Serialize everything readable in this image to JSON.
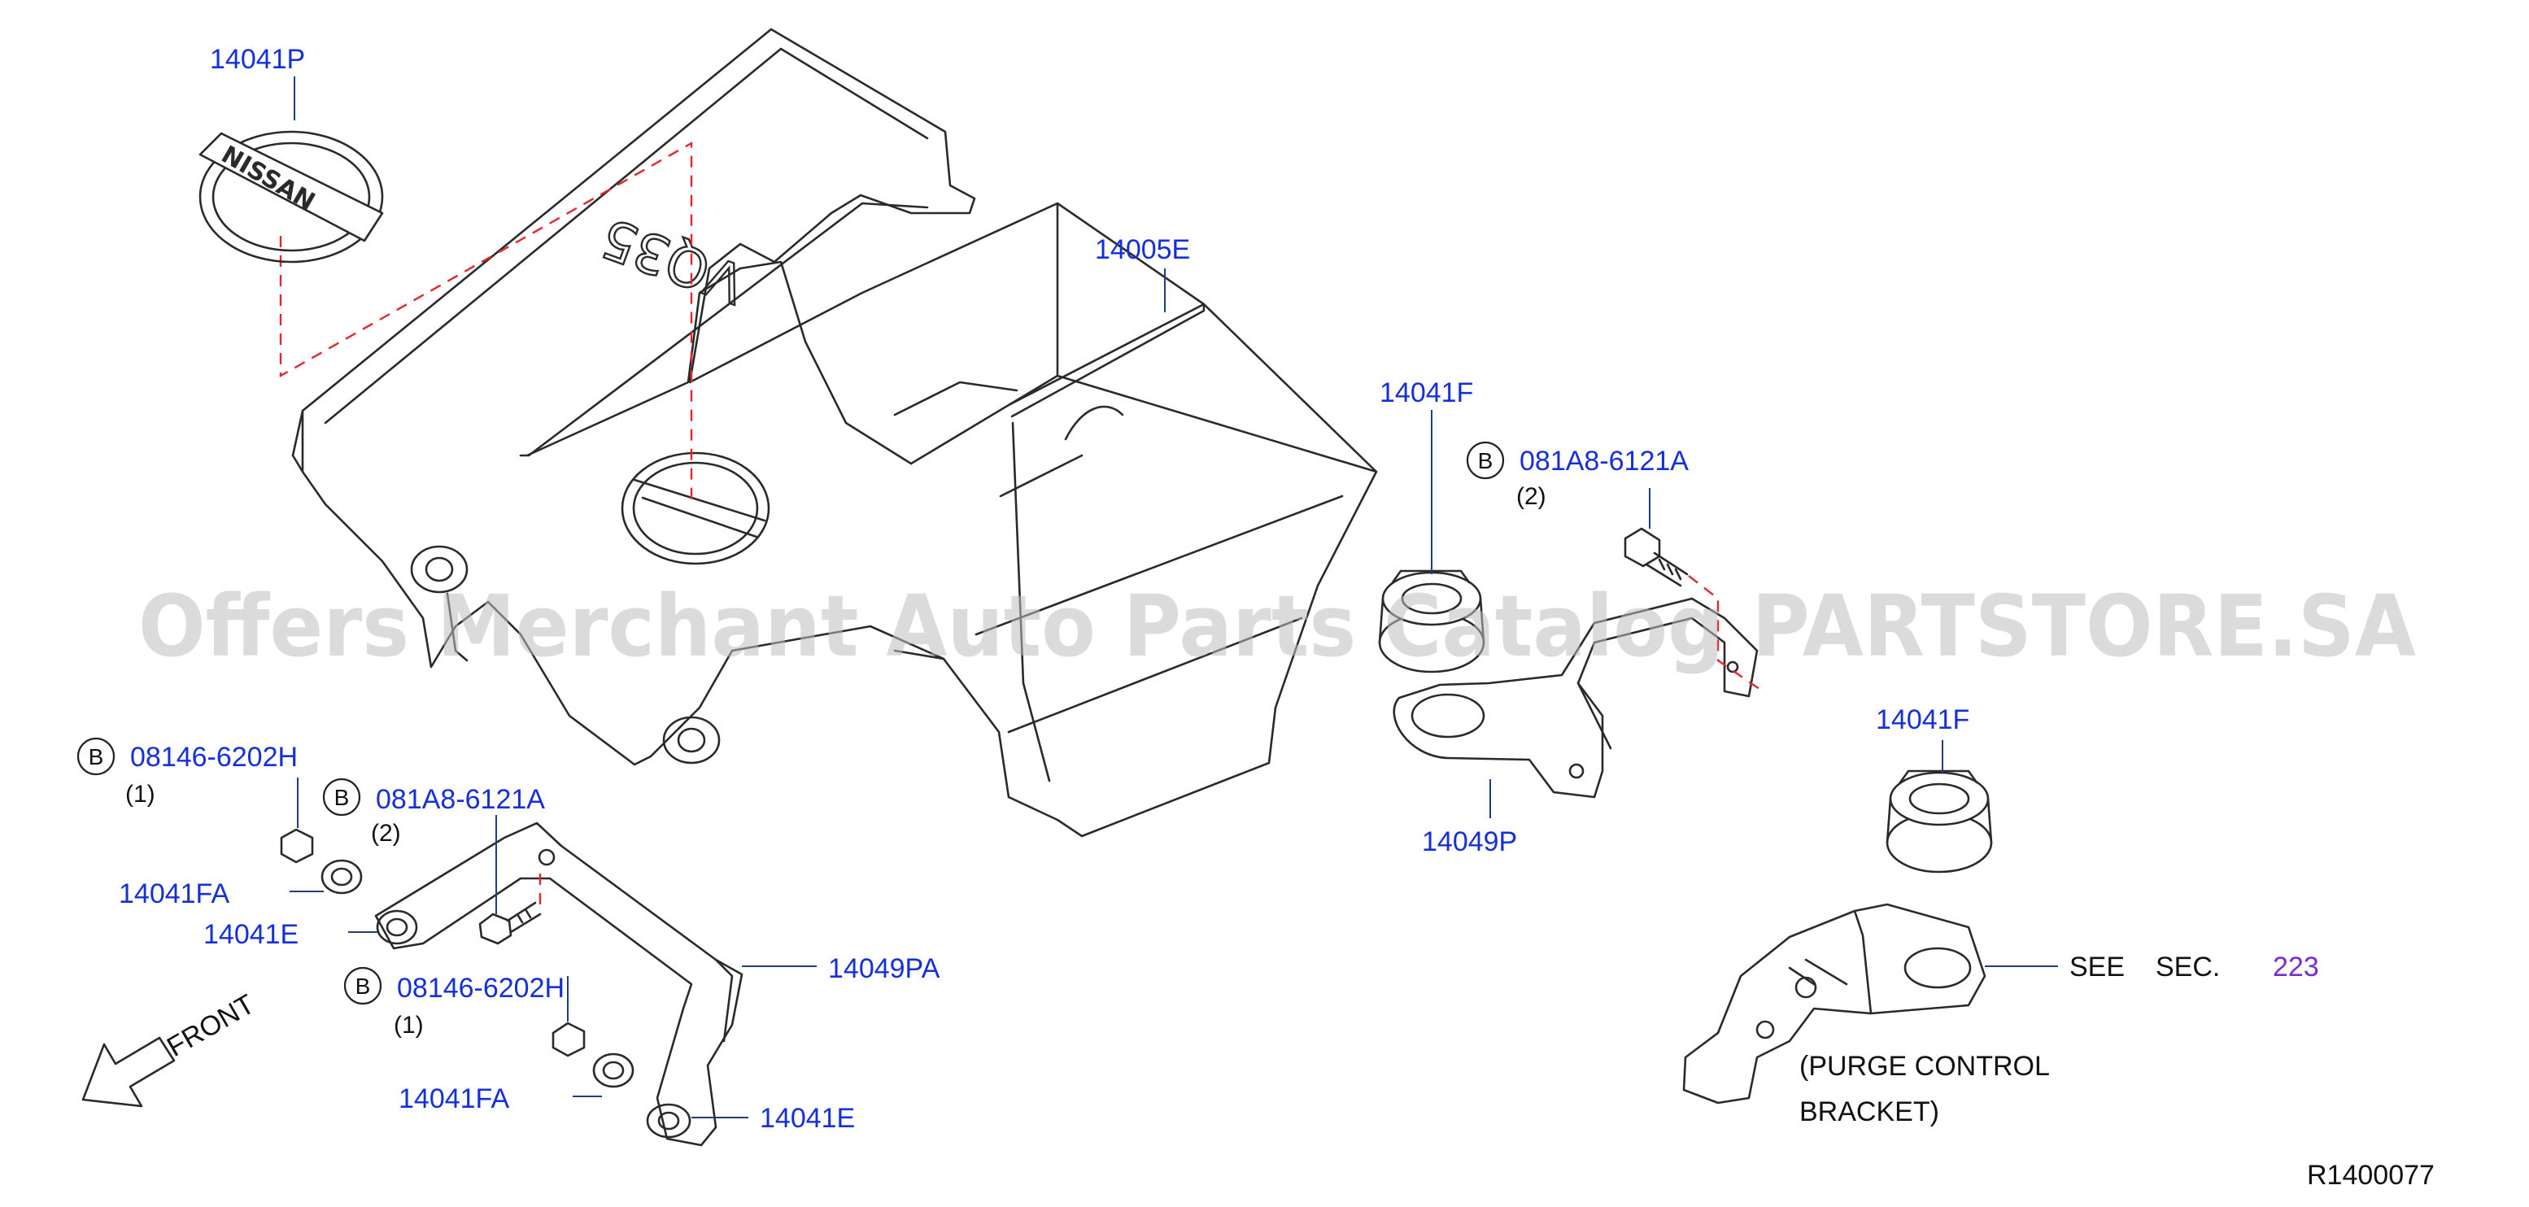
{
  "diagram": {
    "part_labels": {
      "emblem": "14041P",
      "cover": "14005E",
      "grommet_upper": "14041F",
      "grommet_lower": "14041F",
      "bolt_right": "081A8-6121A",
      "bracket_right": "14049P",
      "bolt_left_upper": "08146-6202H",
      "bolt_left_mid": "081A8-6121A",
      "collar_upper": "14041FA",
      "insulator_upper": "14041E",
      "bolt_left_lower": "08146-6202H",
      "bracket_left": "14049PA",
      "collar_lower": "14041FA",
      "insulator_lower": "14041E"
    },
    "quantities": {
      "bolt_right": "(2)",
      "bolt_left_upper": "(1)",
      "bolt_left_mid": "(2)",
      "bolt_left_lower": "(1)"
    },
    "badge_letter": "B",
    "see_section": {
      "see": "SEE",
      "sec": "SEC.",
      "number": "223",
      "note_line1": "(PURGE   CONTROL",
      "note_line2": "BRACKET)"
    },
    "front_label": "FRONT",
    "emblem_text": "NISSAN",
    "cover_marking": "VQ35",
    "reference_code": "R1400077",
    "watermark": "Offers Merchant Auto Parts Catalog PARTSTORE.SA"
  },
  "colors": {
    "part_number": "#1530d8",
    "section_link": "#7a2bd0",
    "leader_line": "#1f3f7a",
    "dash_line": "#e0282a",
    "watermark": "#bdbdbd"
  }
}
